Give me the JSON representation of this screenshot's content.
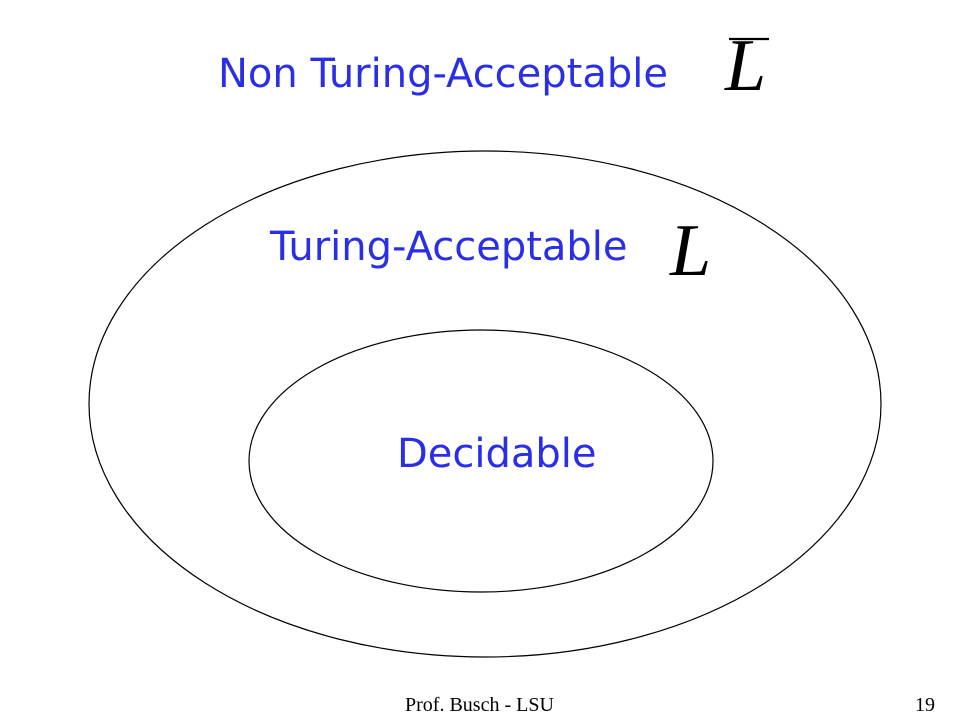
{
  "slide": {
    "title_label": "Non Turing-Acceptable",
    "title_symbol": "L",
    "outer_label": "Turing-Acceptable",
    "outer_symbol": "L",
    "inner_label": "Decidable"
  },
  "footer": {
    "author": "Prof. Busch - LSU",
    "page_number": "19"
  },
  "colors": {
    "label_blue": "#2a2ee6",
    "line": "#000000",
    "background": "#ffffff"
  }
}
